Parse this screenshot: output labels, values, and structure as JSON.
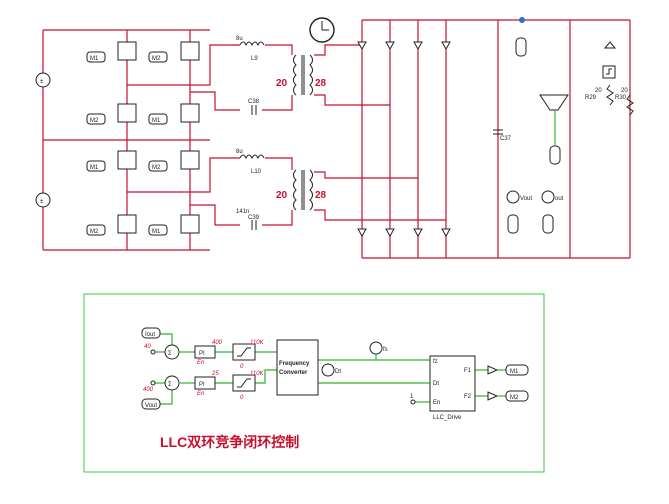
{
  "switches": {
    "m1": "M1",
    "m2": "M2"
  },
  "tank1": {
    "inductor_value": "8u",
    "inductor": "L9",
    "capacitor": "C38"
  },
  "tank2": {
    "inductor_value": "8u",
    "inductor": "L10",
    "capacitor_value": "141n",
    "capacitor": "C39"
  },
  "transformer": {
    "primary_turns": "20",
    "secondary_turns": "28"
  },
  "output": {
    "capacitor": "C37",
    "r1_value": "20",
    "r1": "R29",
    "r2_value": "20",
    "r2": "R30"
  },
  "meters": {
    "vout": "Vout",
    "vout2": "out"
  },
  "control": {
    "iout_label": "Iout",
    "vout_label": "Vout",
    "iref": "40",
    "vref": "400",
    "pi_label": "PI",
    "pi1_param": "400",
    "pi2_param": "25",
    "en_label": "En",
    "lim1": "110K",
    "lim2": "110K",
    "lim_zero": "0",
    "freq_conv_line1": "Frequency",
    "freq_conv_line2": "Converter",
    "vprobe_fs": "fs",
    "vprobe_dt": "Dt",
    "drive_name": "LLC_Drive",
    "drive_fs": "fz",
    "drive_dt": "Dt",
    "drive_en": "En",
    "drive_f1": "F1",
    "drive_f2": "F2",
    "en_const": "1",
    "out_m1": "M1",
    "out_m2": "M2"
  },
  "caption": "LLC双环竞争闭环控制"
}
